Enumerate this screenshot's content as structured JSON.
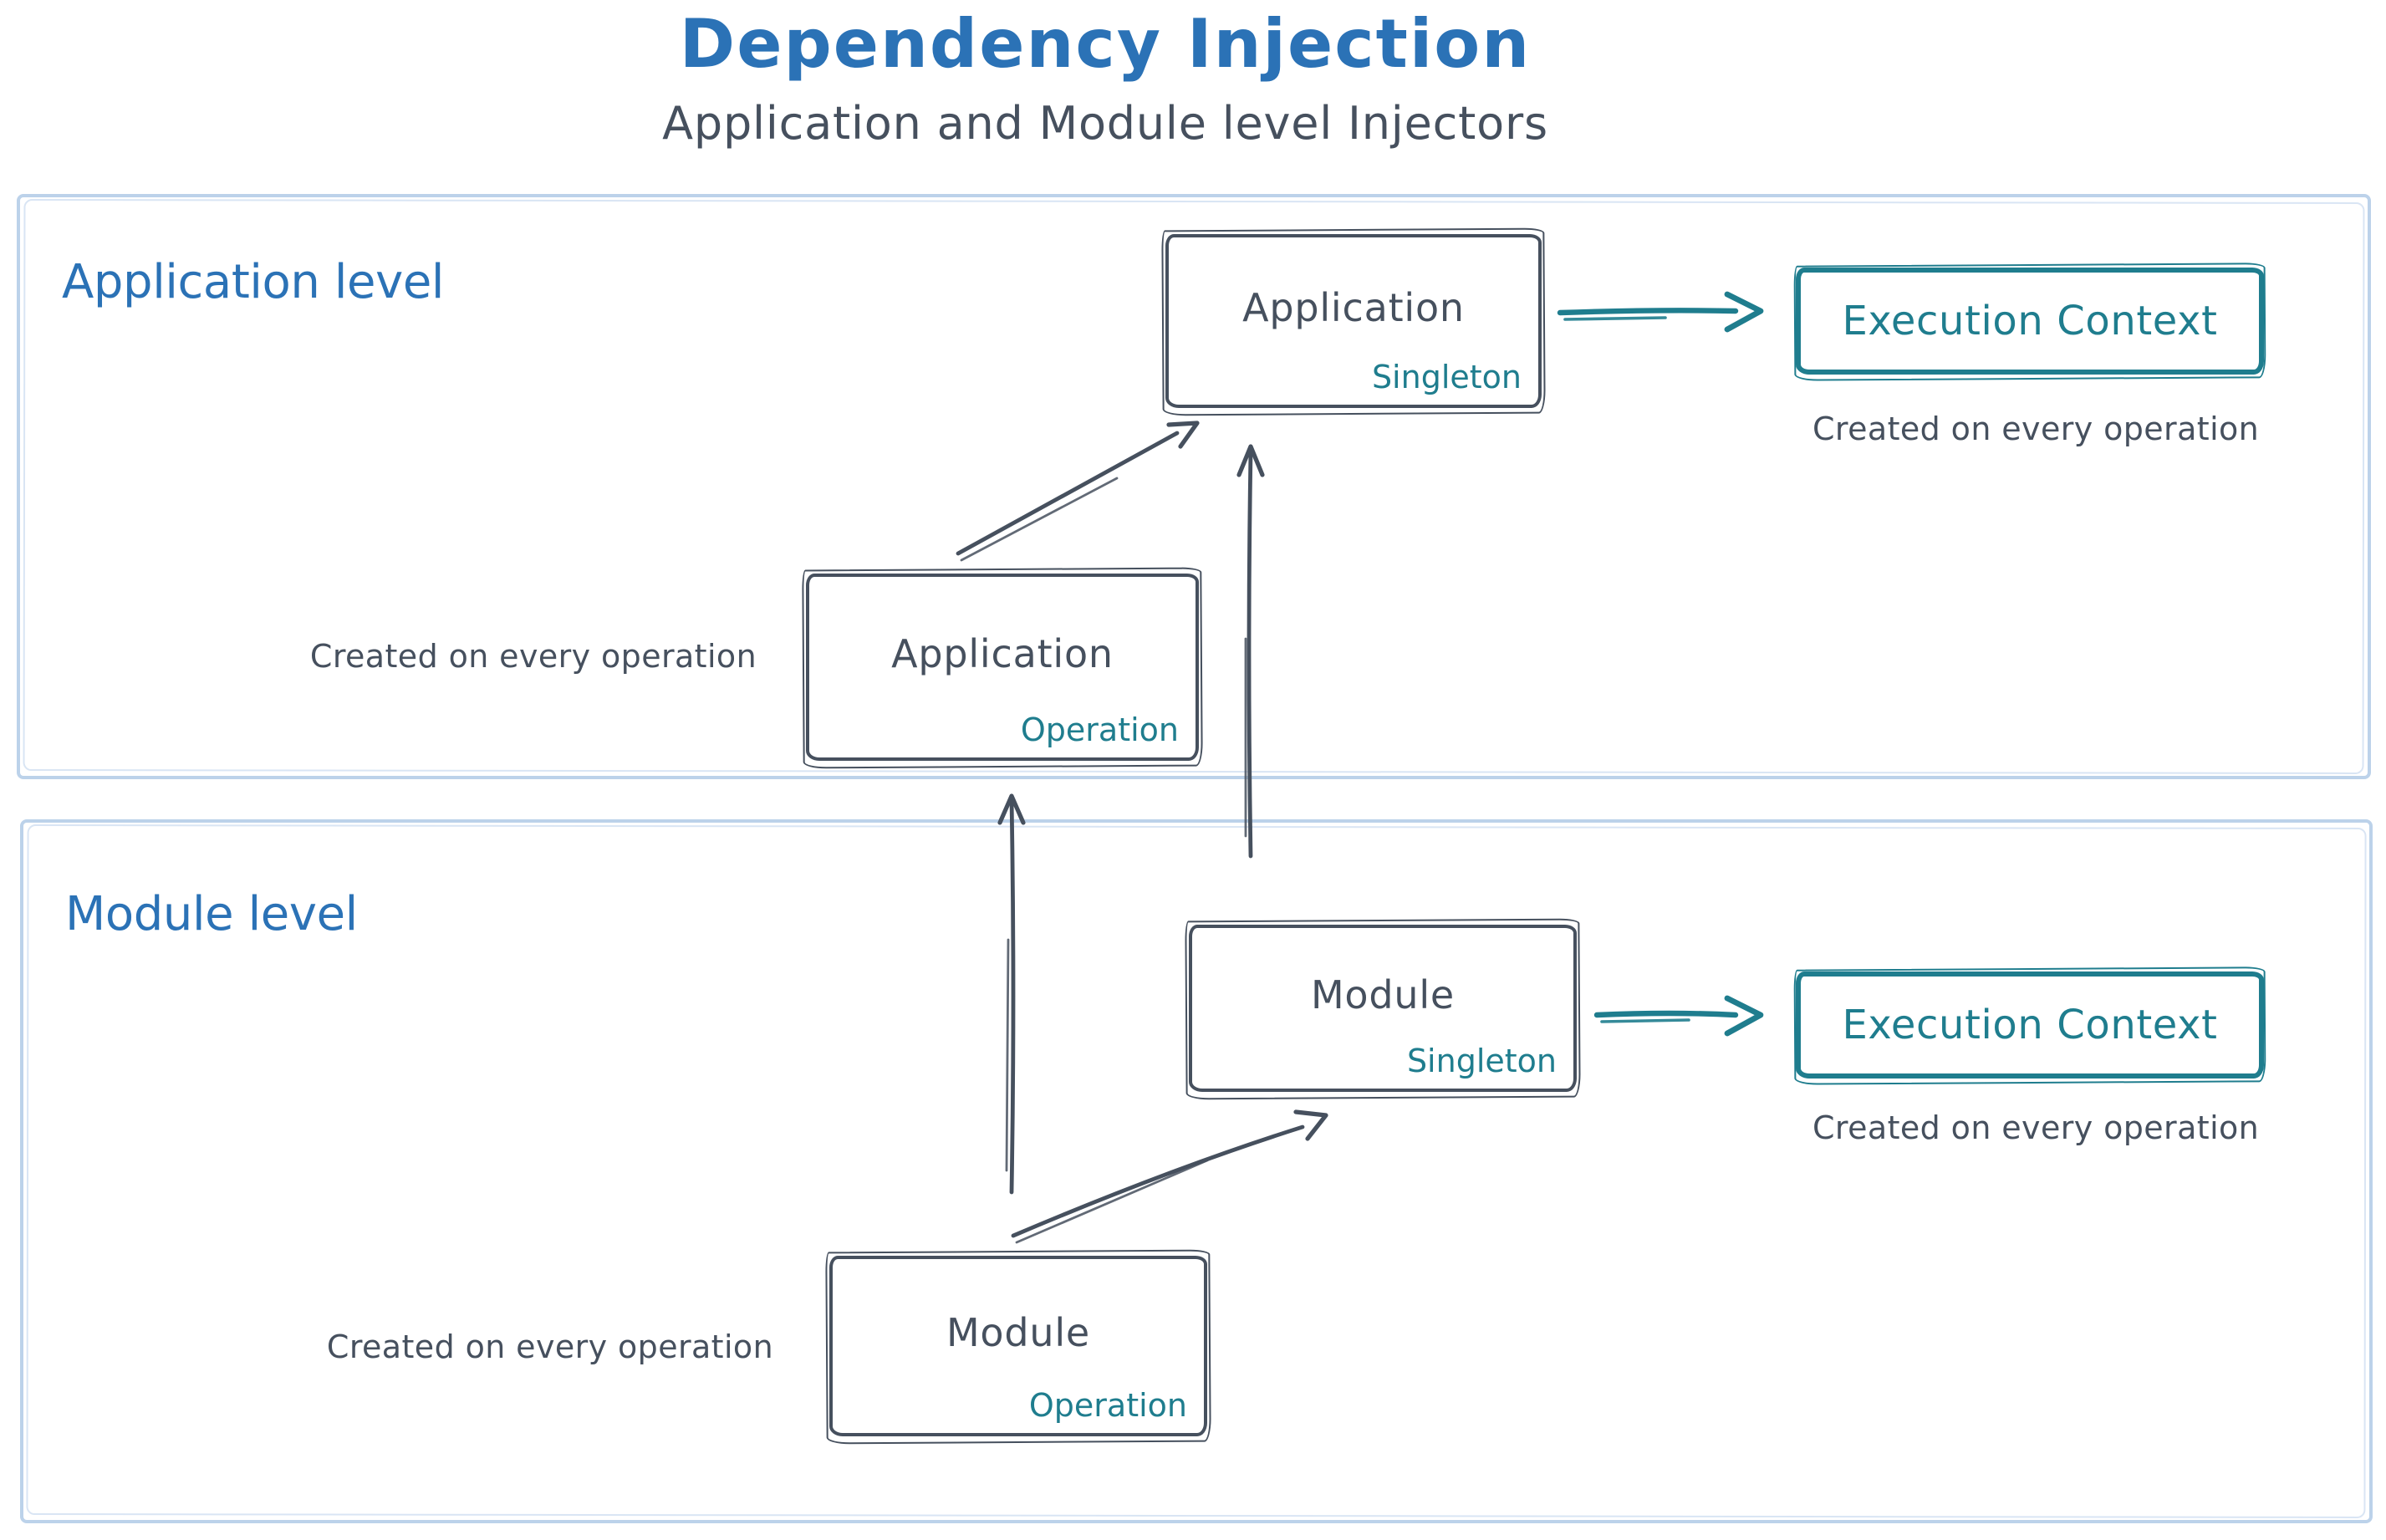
{
  "title": "Dependency Injection",
  "subtitle": "Application and Module level Injectors",
  "colors": {
    "title_blue": "#2b72b6",
    "ink": "#46505e",
    "teal": "#1f7d8e",
    "section_border": "#bcd2ea"
  },
  "sections": {
    "application": {
      "label": "Application level",
      "singleton_box": {
        "name": "Application",
        "scope": "Singleton"
      },
      "operation_box": {
        "name": "Application",
        "scope": "Operation"
      },
      "operation_caption": "Created on every operation",
      "execution_context": {
        "label": "Execution Context",
        "caption": "Created on every operation"
      }
    },
    "module": {
      "label": "Module level",
      "singleton_box": {
        "name": "Module",
        "scope": "Singleton"
      },
      "operation_box": {
        "name": "Module",
        "scope": "Operation"
      },
      "operation_caption": "Created on every operation",
      "execution_context": {
        "label": "Execution Context",
        "caption": "Created on every operation"
      }
    }
  }
}
